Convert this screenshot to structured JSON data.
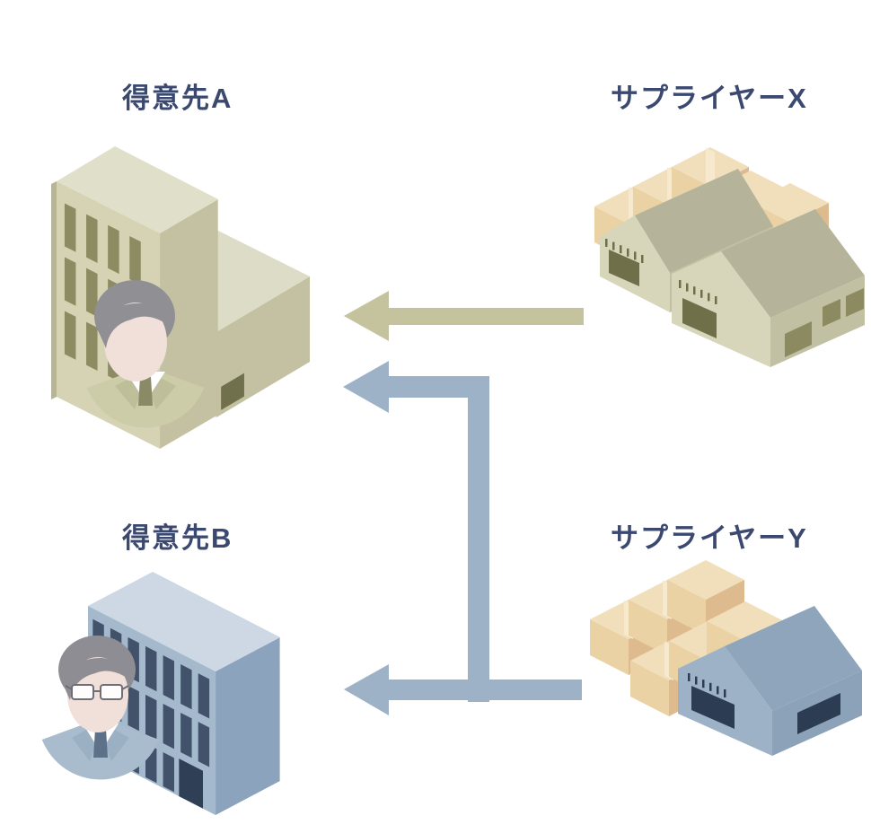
{
  "diagram": {
    "nodes": {
      "customer_a": {
        "label": "得意先A",
        "kind": "office-building-with-businessman"
      },
      "supplier_x": {
        "label": "サプライヤーX",
        "kind": "factory-warehouse-with-boxes"
      },
      "customer_b": {
        "label": "得意先B",
        "kind": "office-building-with-businessman-glasses"
      },
      "supplier_y": {
        "label": "サプライヤーY",
        "kind": "factory-warehouse-with-boxes"
      }
    },
    "arrows": [
      {
        "from": "supplier_x",
        "to": "customer_a",
        "color": "#c4c39d"
      },
      {
        "from": "supplier_y",
        "to": "customer_a",
        "color": "#9db1c7"
      },
      {
        "from": "supplier_y",
        "to": "customer_b",
        "color": "#9db1c7"
      }
    ],
    "palette": {
      "label_color": "#3b4970",
      "arrow_olive": "#c4c39d",
      "arrow_blue": "#9db1c7",
      "background": "#ffffff"
    }
  }
}
